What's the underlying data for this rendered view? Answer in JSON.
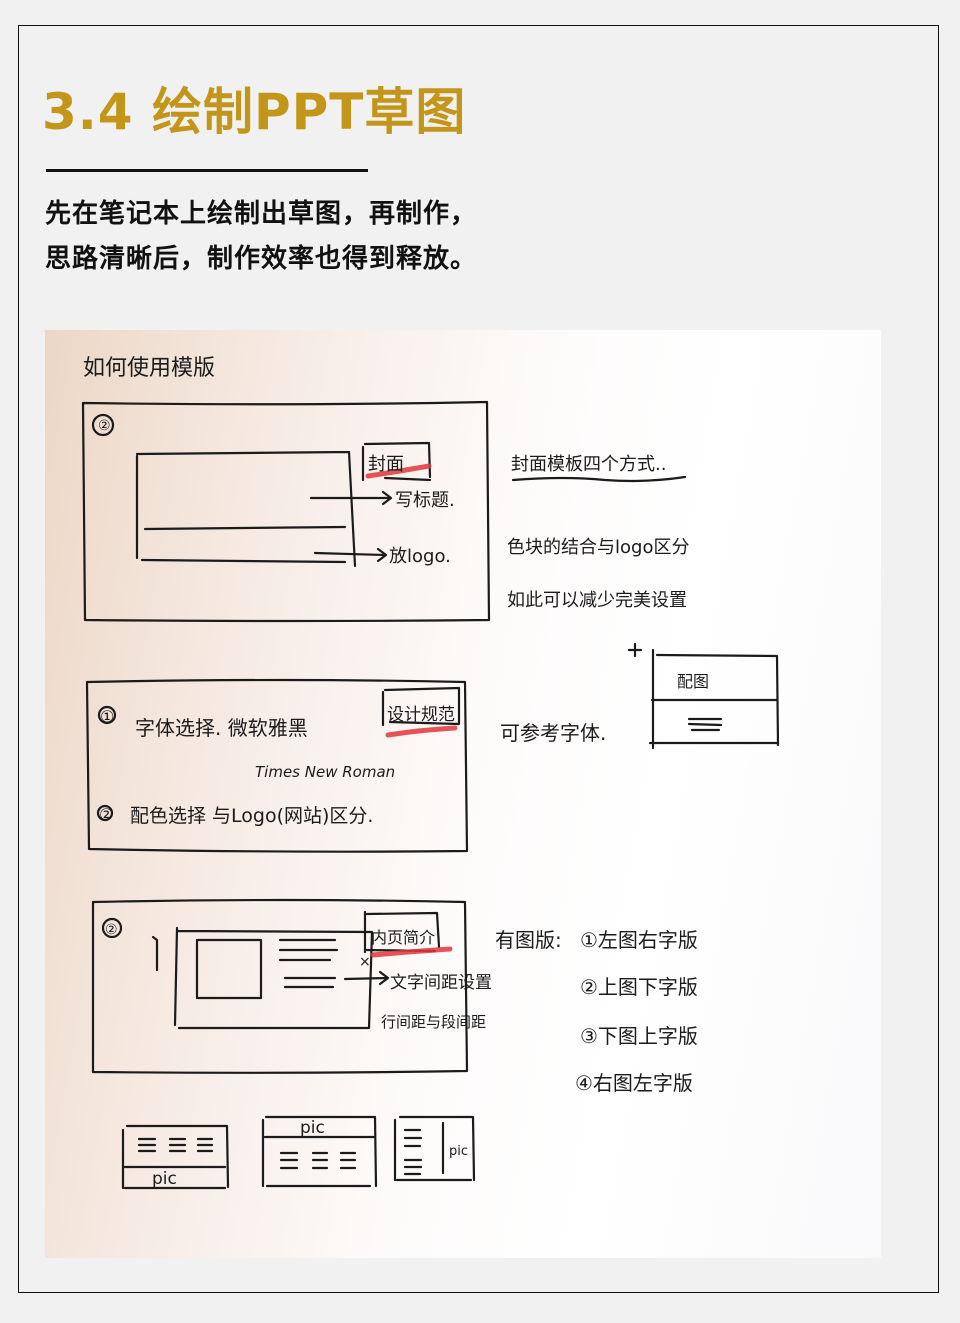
{
  "header": {
    "title": "3.4 绘制PPT草图",
    "title_color": "#c3961a",
    "subtitle_lines": [
      "先在笔记本上绘制出草图，再制作，",
      "思路清晰后，制作效率也得到释放。"
    ]
  },
  "sketch": {
    "heading": "如何使用模版",
    "section1": {
      "number": "②",
      "tag": "封面",
      "arrow_labels": [
        "写标题.",
        "放logo."
      ],
      "notes": [
        "封面模板四个方式..",
        "色块的结合与logo区分",
        "如此可以减少完美设置"
      ]
    },
    "section2": {
      "number1": "①",
      "line1": "字体选择. 微软雅黑",
      "line1b": "Times New Roman",
      "number2": "②",
      "line2": "配色选择  与Logo(网站)区分.",
      "tag": "设计规范",
      "note": "可参考字体.",
      "mini_label": "配图",
      "plus": "+"
    },
    "section3": {
      "number": "②",
      "tag": "内页简介",
      "arrow_label": "文字间距设置",
      "x_mark": "×",
      "note2": "行间距与段间距",
      "layouts_title": "有图版:",
      "layouts": [
        "①左图右字版",
        "②上图下字版",
        "③下图上字版",
        "④右图左字版"
      ]
    },
    "thumbnails": [
      {
        "label": "pic",
        "layout": "text-top-pic-bottom"
      },
      {
        "label": "pic",
        "layout": "pic-top-text-bottom"
      },
      {
        "label": "pic",
        "layout": "text-left-pic-right"
      }
    ],
    "highlight_color": "#e0363c"
  }
}
